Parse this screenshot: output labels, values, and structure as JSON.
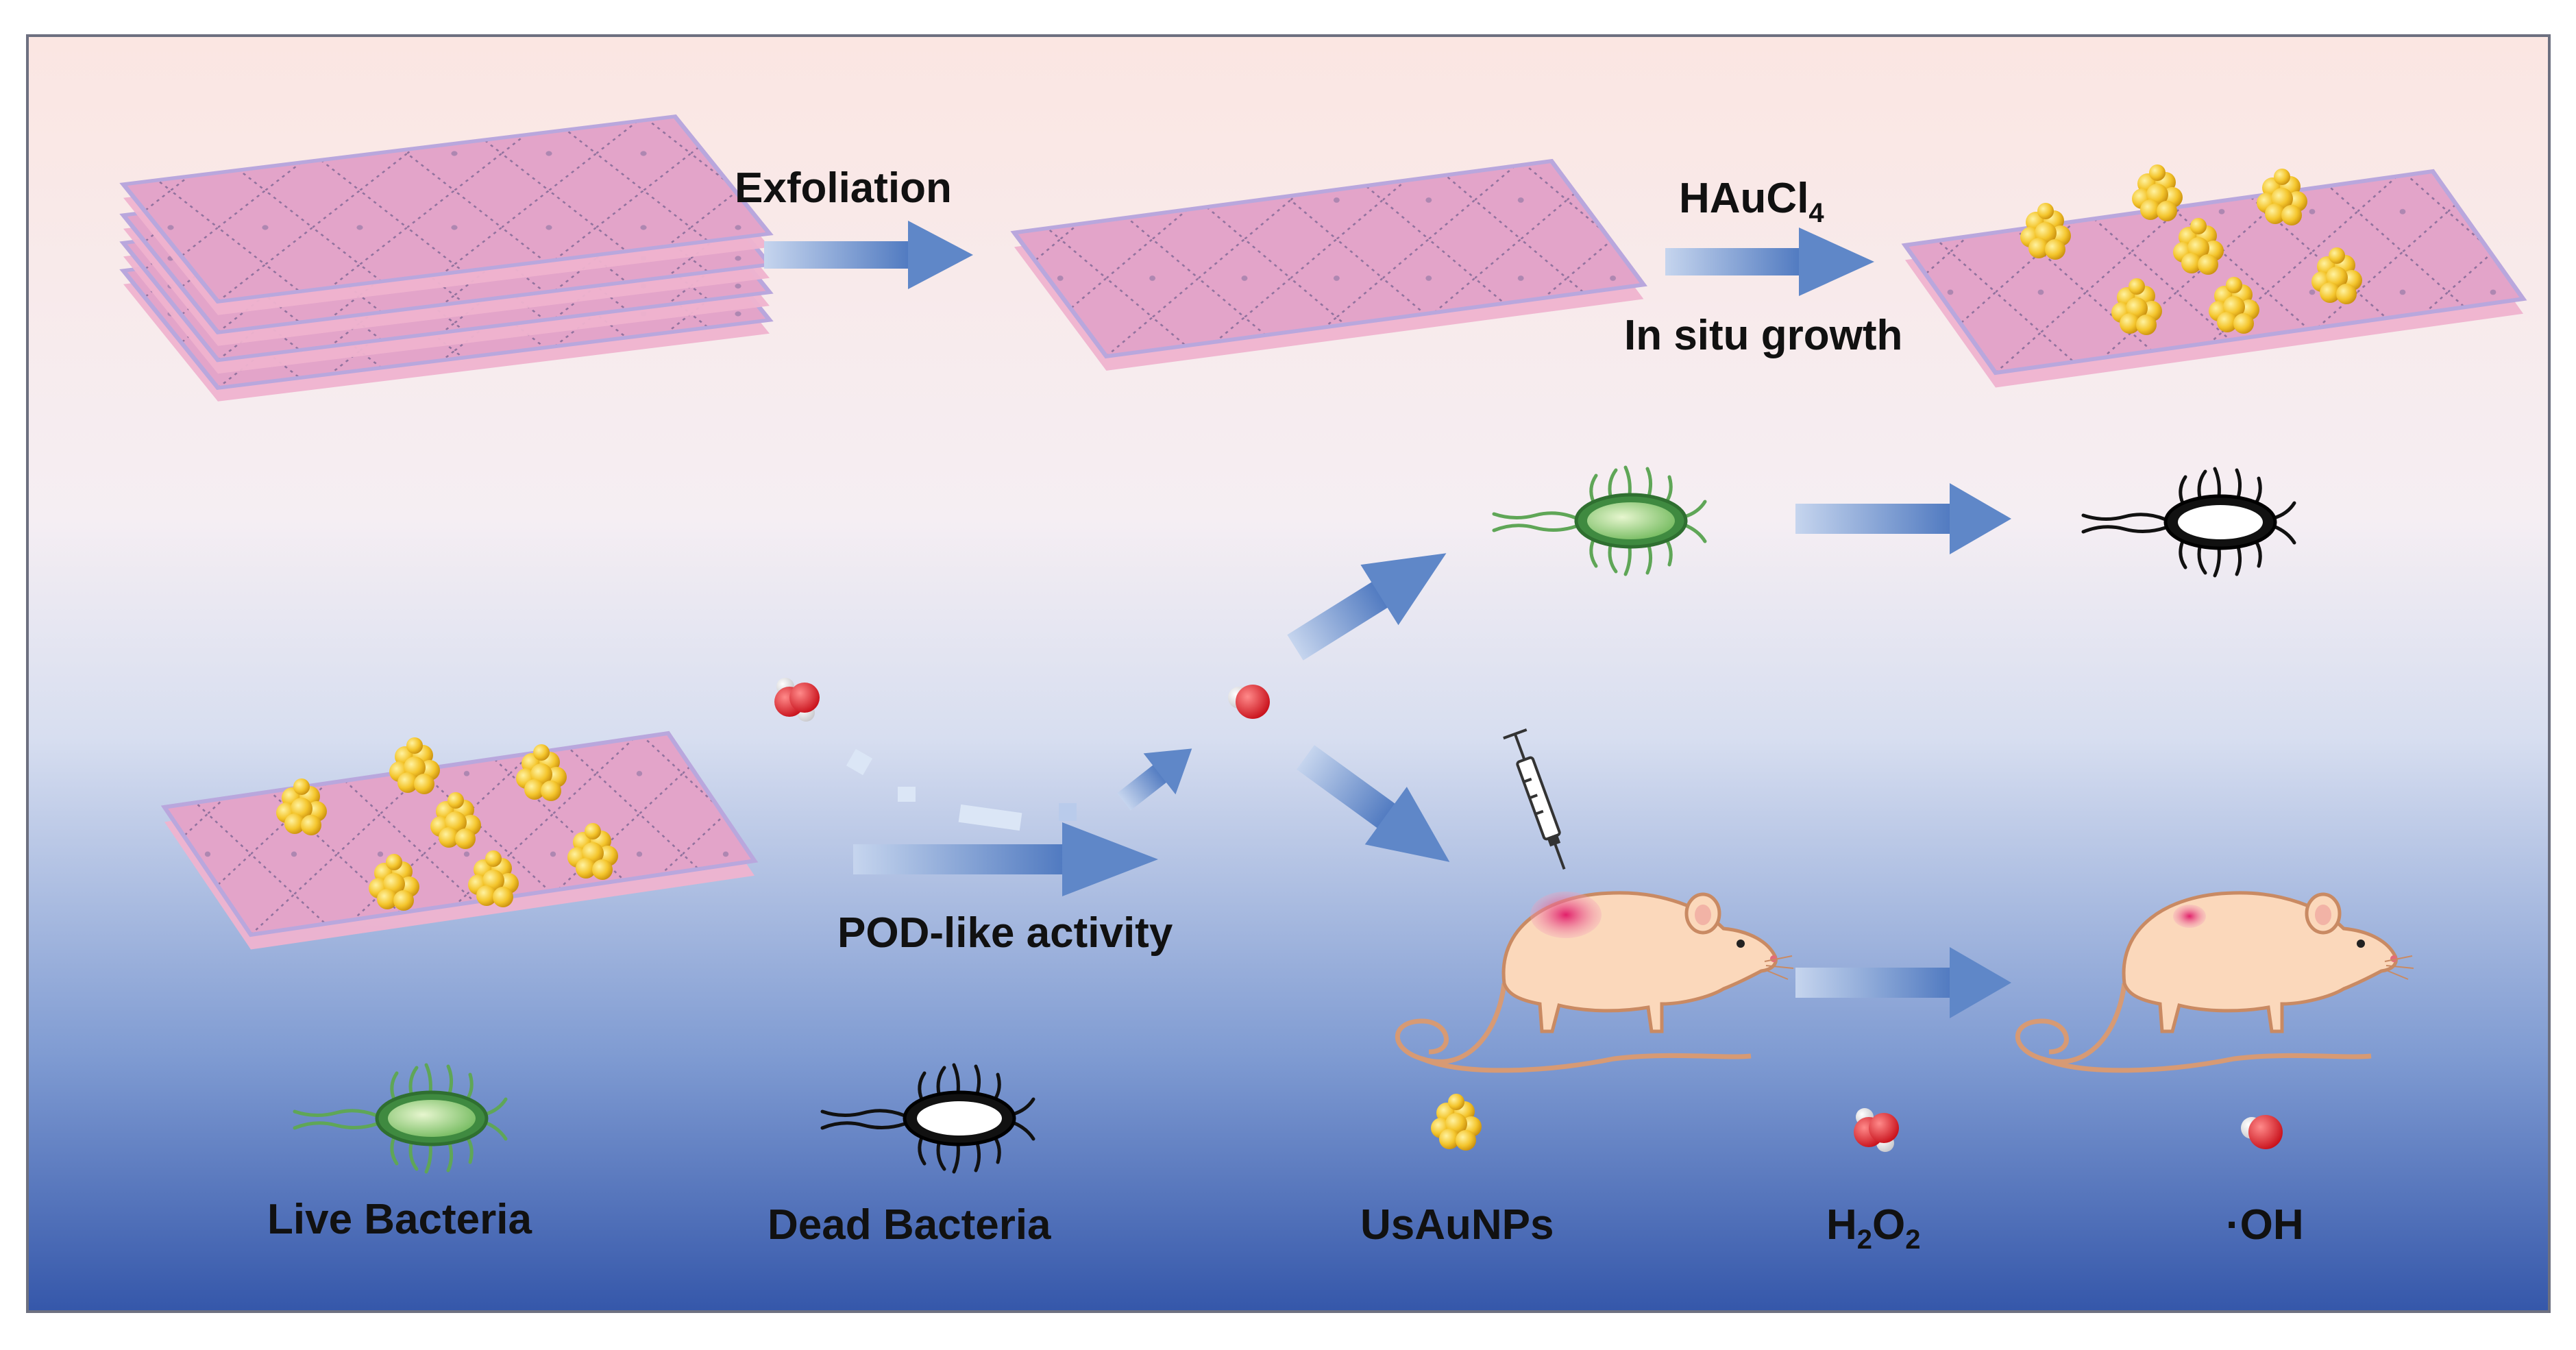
{
  "labels": {
    "exfoliation": "Exfoliation",
    "haucl4": "HAuCl",
    "haucl4_sub": "4",
    "in_situ_growth": "In situ growth",
    "pod_like_activity": "POD-like activity"
  },
  "legend": {
    "live_bacteria": "Live Bacteria",
    "dead_bacteria": "Dead Bacteria",
    "usaunps": "UsAuNPs",
    "h2o2_h": "H",
    "h2o2_sub1": "2",
    "h2o2_o": "O",
    "h2o2_sub2": "2",
    "oh": "·OH"
  },
  "colors": {
    "sheet_pink": "#e8a6c8",
    "sheet_lavender": "#c9b9e6",
    "arrow_blue": "#5f87c8",
    "gold": "#f2c230",
    "live_bacteria_green": "#7fbf6a",
    "mouse_skin": "#fbd9bd",
    "lesion_red": "#e64079",
    "background_top": "#fbe9e6",
    "background_bottom": "#3a5fb0"
  }
}
